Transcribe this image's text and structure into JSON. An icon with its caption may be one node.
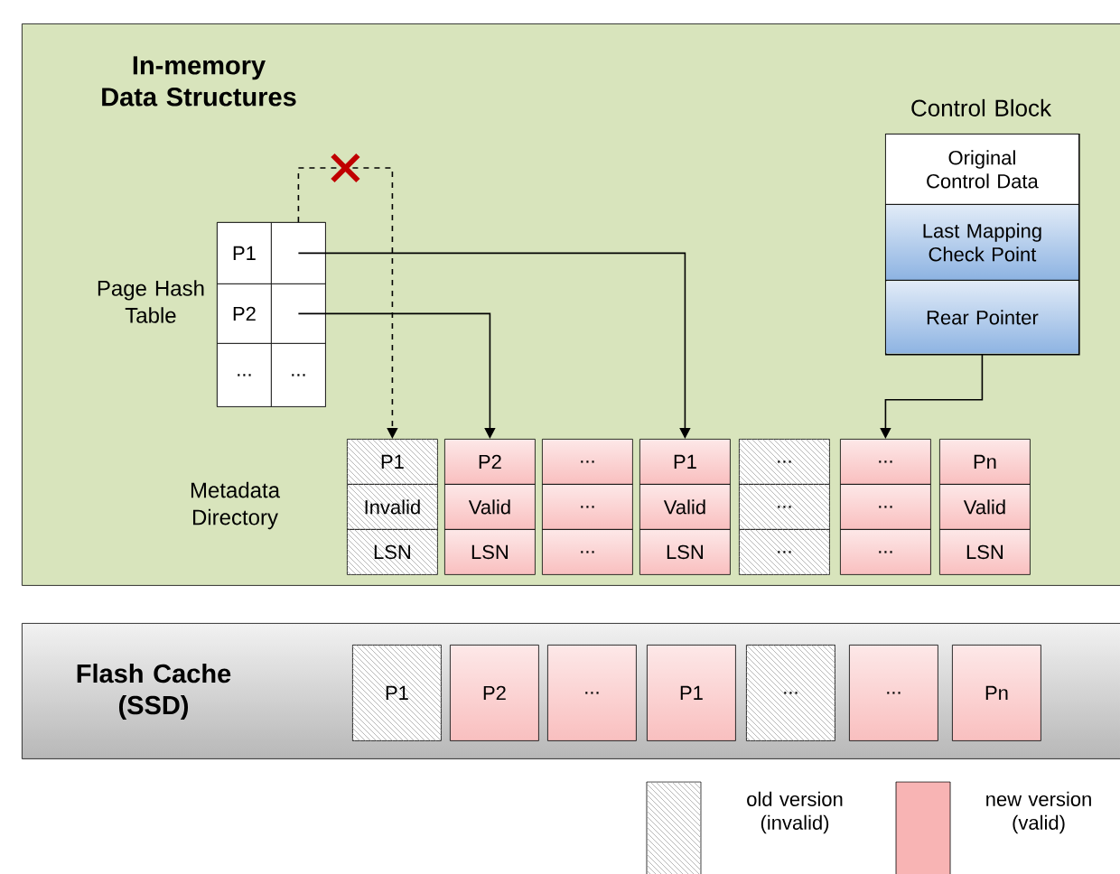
{
  "diagram": {
    "nodes": [
      {
        "text": [
          "In-memory Data Structures"
        ]
      },
      {
        "text": [
          "Control Block"
        ],
        "in": 0
      },
      {
        "text": [
          "Original Control Data"
        ],
        "in": 1
      },
      {
        "text": [
          "Last Mapping Check Point"
        ],
        "in": 1
      },
      {
        "text": [
          "Rear Pointer"
        ],
        "in": 1
      },
      {
        "text": [
          "Page Hash Table"
        ],
        "in": 0
      },
      {
        "text": [
          "P1"
        ],
        "in": 5
      },
      {
        "text": [],
        "shape": "box",
        "in": 5
      },
      {
        "text": [
          "P2"
        ],
        "in": 5
      },
      {
        "text": [],
        "shape": "box",
        "in": 5
      },
      {
        "text": [
          "..."
        ],
        "in": 5
      },
      {
        "text": [
          "..."
        ],
        "in": 5
      },
      {
        "text": [
          "P1",
          "Invalid",
          "LSN"
        ],
        "in": 0
      },
      {
        "text": [
          "P2",
          "Valid",
          "LSN"
        ],
        "in": 0
      },
      {
        "text": [
          "...",
          "...",
          "..."
        ],
        "in": 0
      },
      {
        "text": [
          "P1",
          "Valid",
          "LSN"
        ],
        "in": 0
      },
      {
        "text": [
          "...",
          "...",
          "..."
        ],
        "in": 0
      },
      {
        "text": [
          "...",
          "...",
          "..."
        ],
        "in": 0
      },
      {
        "text": [
          "Pn",
          "Valid",
          "LSN"
        ],
        "in": 0
      },
      {
        "text": [
          "Flash Cache (SSD)"
        ]
      },
      {
        "text": [
          "P1"
        ],
        "in": 19
      },
      {
        "text": [
          "P2"
        ],
        "in": 19
      },
      {
        "text": [
          "..."
        ],
        "in": 19
      },
      {
        "text": [
          "P1"
        ],
        "in": 19
      },
      {
        "text": [
          "..."
        ],
        "in": 19
      },
      {
        "text": [
          "..."
        ],
        "in": 19
      },
      {
        "text": [
          "Pn"
        ],
        "in": 19
      }
    ],
    "edges": [
      {
        "from": 7,
        "to": 15,
        "arrow": "to"
      },
      {
        "from": 9,
        "to": 13,
        "arrow": "to"
      },
      {
        "from": 7,
        "to": 12,
        "arrow": "to",
        "style": "dashed"
      },
      {
        "from": 4,
        "to": 17,
        "arrow": "to"
      }
    ],
    "labels": [
      "Metadata Directory"
    ],
    "legend": [
      {
        "text": "old version (invalid)"
      },
      {
        "text": "new version (valid)",
        "color": "#f8b4b4"
      }
    ]
  }
}
